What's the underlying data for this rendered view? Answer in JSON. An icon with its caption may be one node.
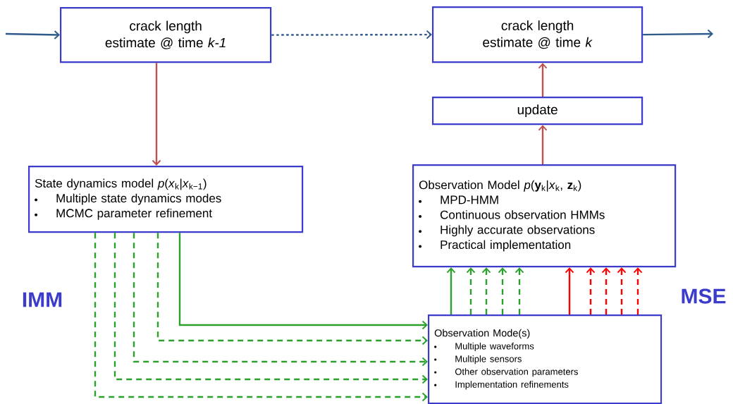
{
  "diagram": {
    "nodes": [
      {
        "text": [
          "crack length estimate @ time *k-1*"
        ]
      },
      {
        "text": [
          "crack length estimate @ time *k*"
        ]
      },
      {
        "text": [
          "update"
        ]
      },
      {
        "text": [
          "State dynamics model   *p*(*x*$_{k}$|*x*$_{k−1}$)",
          "Multiple state dynamics modes",
          "MCMC parameter refinement"
        ]
      },
      {
        "text": [
          "Observation Model *p*(**y**$_{k}$|*x*$_{k}$, **z**$_{k}$)",
          "MPD-HMM",
          "Continuous observation HMMs",
          "Highly accurate observations",
          "Practical implementation"
        ]
      },
      {
        "text": [
          "Observation Mode(s)",
          "Multiple waveforms",
          "Multiple sensors",
          "Other observation parameters",
          "Implementation refinements"
        ]
      }
    ],
    "edges": [
      {
        "from": null,
        "to": 0,
        "arrow": "to",
        "color": "#2f5a8c"
      },
      {
        "from": 0,
        "to": 1,
        "arrow": "to",
        "style": "dashed",
        "color": "#2f5a8c"
      },
      {
        "from": 1,
        "to": null,
        "arrow": "to",
        "color": "#2f5a8c"
      },
      {
        "from": 0,
        "to": 3,
        "arrow": "to",
        "color": "#c0504d"
      },
      {
        "from": 4,
        "to": 2,
        "arrow": "to",
        "color": "#c0504d"
      },
      {
        "from": 2,
        "to": 1,
        "arrow": "to",
        "color": "#c0504d"
      },
      {
        "from": 3,
        "to": 5,
        "arrow": "to"
      },
      {
        "from": 3,
        "to": 5,
        "arrow": "to",
        "style": "dashed"
      },
      {
        "from": 3,
        "to": 5,
        "arrow": "to",
        "style": "dashed"
      },
      {
        "from": 3,
        "to": 5,
        "arrow": "to",
        "style": "dashed"
      },
      {
        "from": 3,
        "to": 5,
        "arrow": "to",
        "style": "dashed"
      },
      {
        "from": 5,
        "to": 4,
        "arrow": "to"
      },
      {
        "from": 5,
        "to": 4,
        "arrow": "to",
        "style": "dashed"
      },
      {
        "from": 5,
        "to": 4,
        "arrow": "to",
        "style": "dashed"
      },
      {
        "from": 5,
        "to": 4,
        "arrow": "to",
        "style": "dashed"
      },
      {
        "from": 5,
        "to": 4,
        "arrow": "to",
        "style": "dashed"
      },
      {
        "from": 5,
        "to": 4,
        "arrow": "to",
        "color": "#ff0000"
      },
      {
        "from": 5,
        "to": 4,
        "arrow": "to",
        "style": "dashed",
        "color": "#ff0000"
      },
      {
        "from": 5,
        "to": 4,
        "arrow": "to",
        "style": "dashed",
        "color": "#ff0000"
      },
      {
        "from": 5,
        "to": 4,
        "arrow": "to",
        "style": "dashed",
        "color": "#ff0000"
      },
      {
        "from": 5,
        "to": 4,
        "arrow": "to",
        "style": "dashed",
        "color": "#ff0000"
      }
    ],
    "labels": [
      "IMM",
      "MSE"
    ]
  }
}
